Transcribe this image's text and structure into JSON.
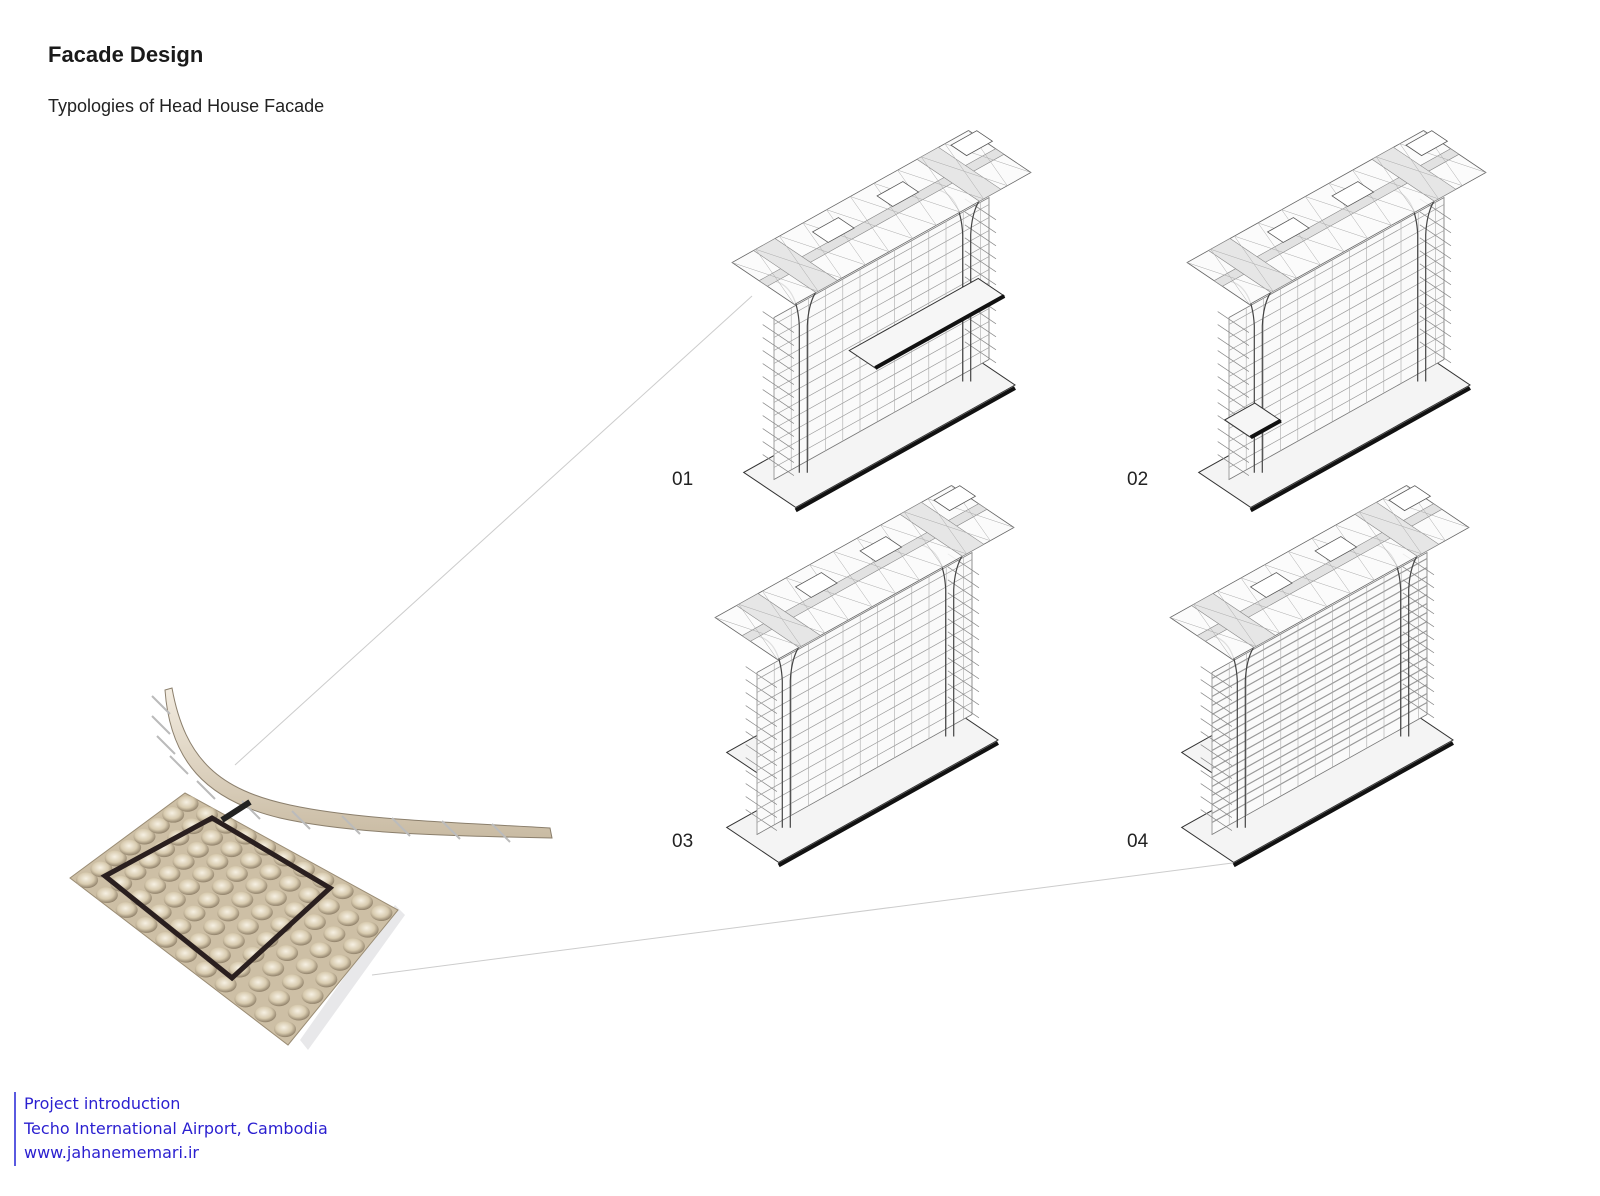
{
  "header": {
    "title": "Facade Design",
    "subtitle": "Typologies of Head House Facade"
  },
  "typologies": [
    {
      "label": "01"
    },
    {
      "label": "02"
    },
    {
      "label": "03"
    },
    {
      "label": "04"
    }
  ],
  "footer": {
    "line1": "Project introduction",
    "line2": "Techo International Airport, Cambodia",
    "line3": "www.jahanememari.ir"
  },
  "colors": {
    "footer_text": "#2a1fd0",
    "footer_rule": "#5a5ae0",
    "roof_beige": "#d8ccb4"
  }
}
